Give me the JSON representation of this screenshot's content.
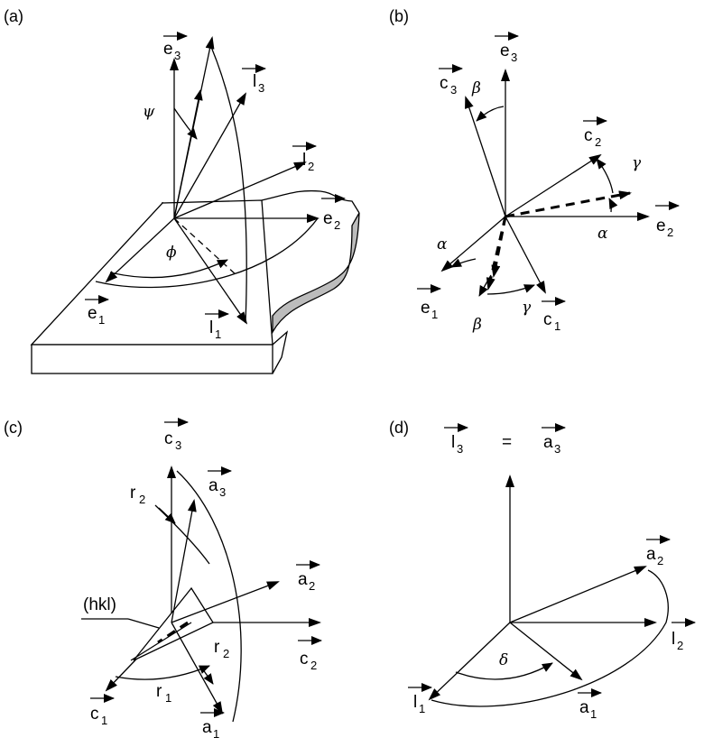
{
  "panels": {
    "a": {
      "label": "(a)",
      "vectors": {
        "e1": {
          "base": "e",
          "sub": "1"
        },
        "e2": {
          "base": "e",
          "sub": "2"
        },
        "e3": {
          "base": "e",
          "sub": "3"
        },
        "l1": {
          "base": "l",
          "sub": "1"
        },
        "l2": {
          "base": "l",
          "sub": "2"
        },
        "l3": {
          "base": "l",
          "sub": "3"
        }
      },
      "angles": {
        "psi": "ψ",
        "phi": "ϕ"
      }
    },
    "b": {
      "label": "(b)",
      "vectors": {
        "e1": {
          "base": "e",
          "sub": "1"
        },
        "e2": {
          "base": "e",
          "sub": "2"
        },
        "e3": {
          "base": "e",
          "sub": "3"
        },
        "c1": {
          "base": "c",
          "sub": "1"
        },
        "c2": {
          "base": "c",
          "sub": "2"
        },
        "c3": {
          "base": "c",
          "sub": "3"
        }
      },
      "angles": {
        "alpha": "α",
        "beta": "β",
        "gamma": "γ"
      }
    },
    "c": {
      "label": "(c)",
      "plane": "(hkl)",
      "vectors": {
        "c1": {
          "base": "c",
          "sub": "1"
        },
        "c2": {
          "base": "c",
          "sub": "2"
        },
        "c3": {
          "base": "c",
          "sub": "3"
        },
        "a1": {
          "base": "a",
          "sub": "1"
        },
        "a2": {
          "base": "a",
          "sub": "2"
        },
        "a3": {
          "base": "a",
          "sub": "3"
        }
      },
      "rotations": {
        "r1": {
          "base": "r",
          "sub": "1"
        },
        "r2": {
          "base": "r",
          "sub": "2"
        }
      }
    },
    "d": {
      "label": "(d)",
      "equals": "=",
      "vectors": {
        "l1": {
          "base": "l",
          "sub": "1"
        },
        "l2": {
          "base": "l",
          "sub": "2"
        },
        "l3": {
          "base": "l",
          "sub": "3"
        },
        "a1": {
          "base": "a",
          "sub": "1"
        },
        "a2": {
          "base": "a",
          "sub": "2"
        },
        "a3": {
          "base": "a",
          "sub": "3"
        }
      },
      "angles": {
        "delta": "δ"
      }
    }
  }
}
